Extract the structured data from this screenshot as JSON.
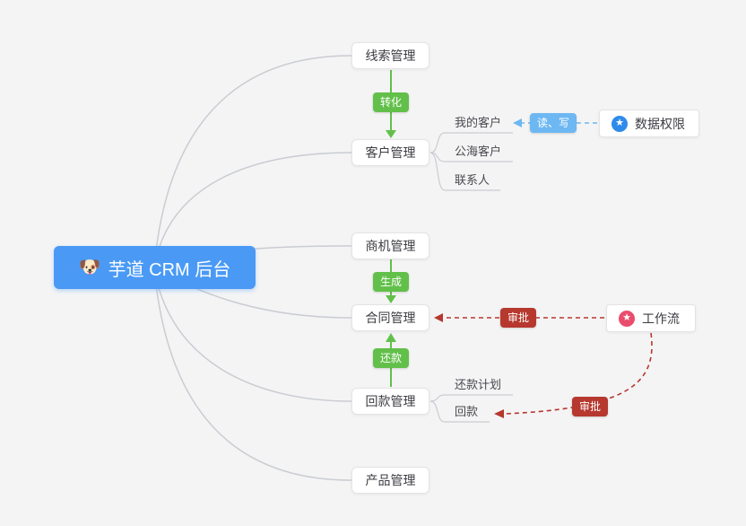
{
  "colors": {
    "background": "#f4f4f5",
    "root_blue": "#4a9af5",
    "arrow_green": "#62c04a",
    "arrow_light_blue": "#6db8f2",
    "arrow_red": "#b6382e",
    "branch_line_gray": "#c9ccd1",
    "permission_icon_blue": "#2f8bea",
    "workflow_icon_pink": "#ea4c6d"
  },
  "root": {
    "emoji": "🐶",
    "label": "芋道 CRM 后台"
  },
  "topics": {
    "leads": "线索管理",
    "customers": "客户管理",
    "business": "商机管理",
    "contract": "合同管理",
    "receivable": "回款管理",
    "product": "产品管理"
  },
  "customer_children": {
    "mine": "我的客户",
    "public": "公海客户",
    "contacts": "联系人"
  },
  "receivable_children": {
    "plan": "还款计划",
    "payment": "回款"
  },
  "edge_labels": {
    "convert": "转化",
    "generate": "生成",
    "repay": "还款",
    "read_write": "读、写",
    "approve_contract": "审批",
    "approve_payment": "审批"
  },
  "side_nodes": {
    "data_permission": {
      "icon": "star-icon",
      "glyph": "★",
      "label": "数据权限"
    },
    "workflow": {
      "icon": "star-icon",
      "glyph": "★",
      "label": "工作流"
    }
  }
}
